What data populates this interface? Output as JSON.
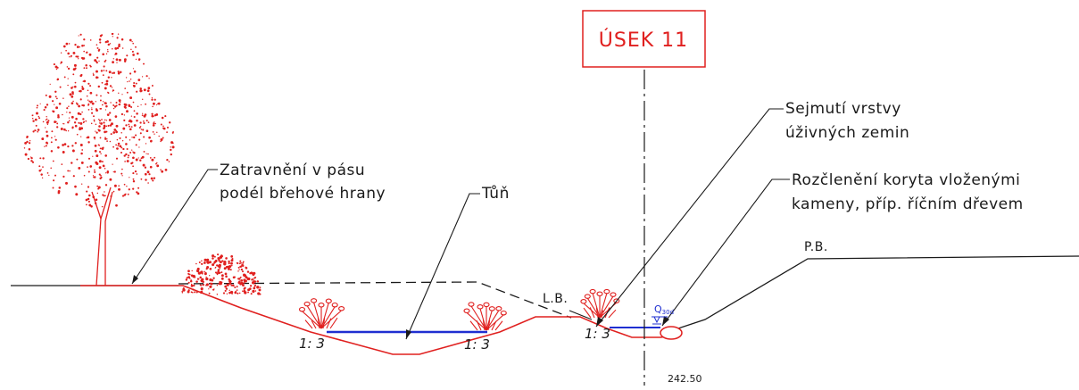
{
  "section_label": "ÚSEK 11",
  "station": "242.50",
  "labels": {
    "grassing_line1": "Zatravnění v pásu",
    "grassing_line2": "podél břehové hrany",
    "pool": "Tůň",
    "topsoil_line1": "Sejmutí vrstvy",
    "topsoil_line2": "úživných zemin",
    "channel_line1": "Rozčlenění koryta vloženými",
    "channel_line2": "kameny, příp. říčním dřevem",
    "left_bank": "L.B.",
    "right_bank": "P.B.",
    "water_level_main": "Q",
    "water_level_sub": "30d"
  },
  "slopes": [
    "1: 3",
    "1: 3",
    "1: 3"
  ],
  "colors": {
    "design_line": "#e0201f",
    "water": "#1f2fd1",
    "existing_terrain": "#1a1a1a",
    "vegetation": "#e0201f"
  },
  "icons": [
    "tree-icon",
    "shrub-icon",
    "reed-plant-icon",
    "water-level-marker-icon"
  ]
}
